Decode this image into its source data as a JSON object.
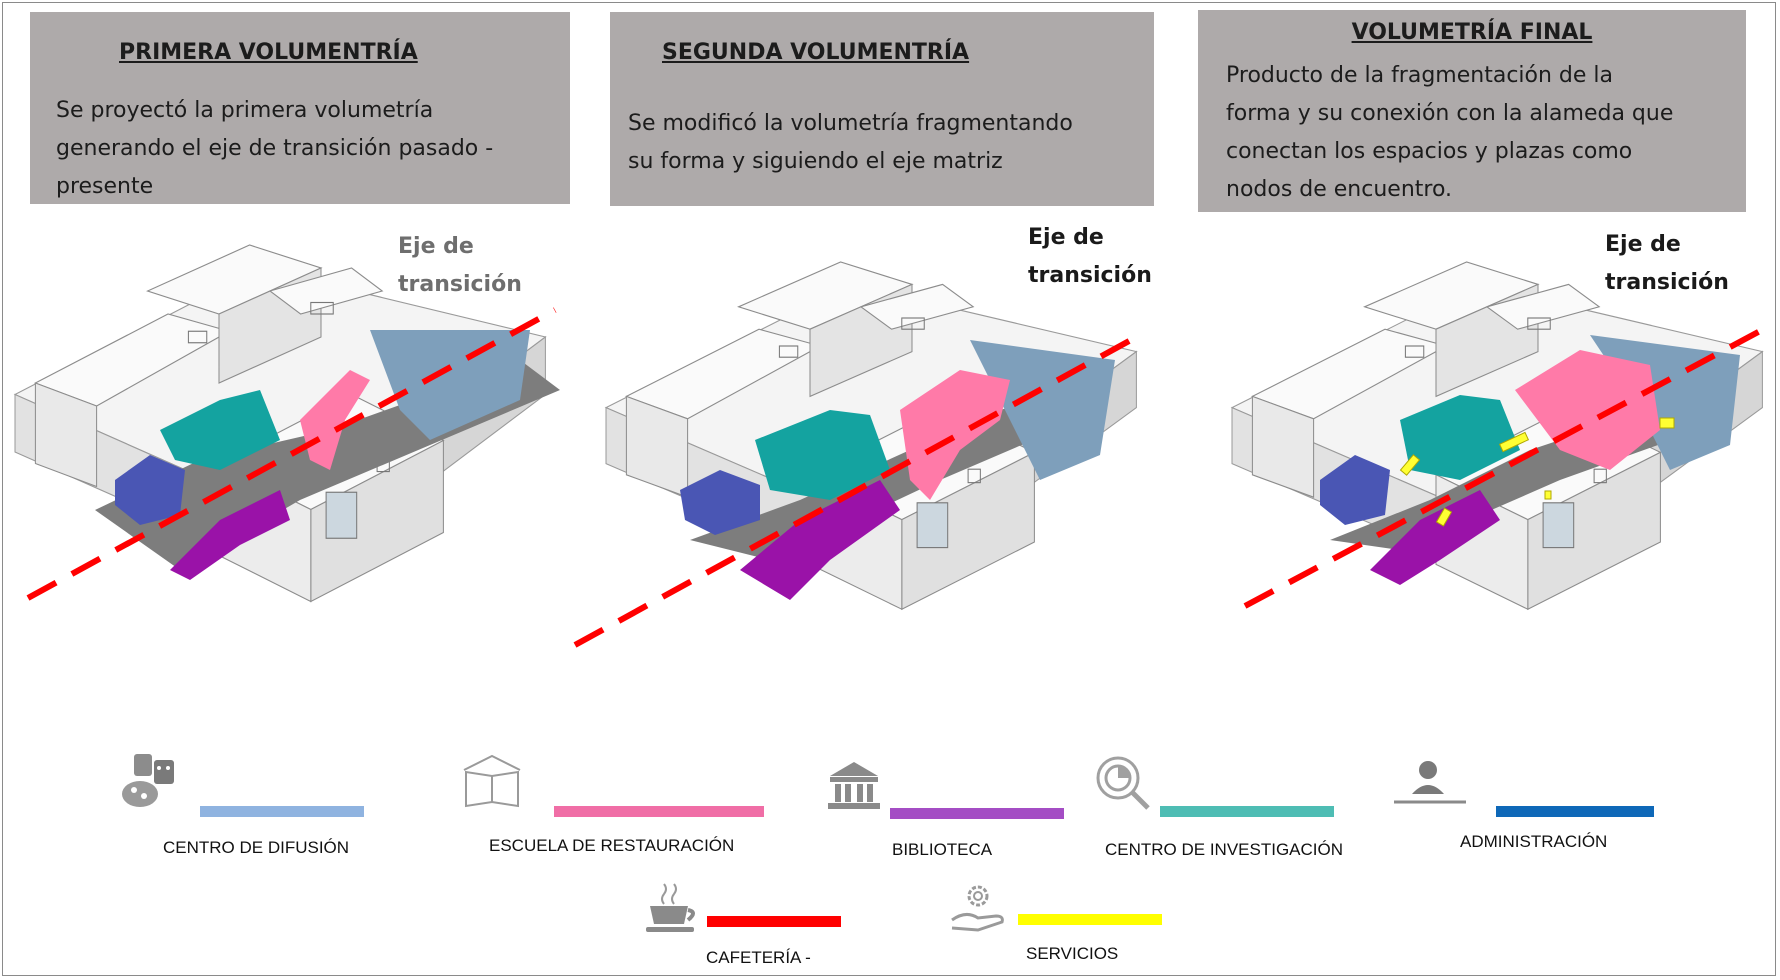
{
  "panels": {
    "primera": {
      "title": "PRIMERA VOLUMENTRÍA",
      "line1": "Se proyectó la primera volumetría",
      "line2": "generando el eje de transición pasado -",
      "line3": "presente"
    },
    "segunda": {
      "title": "SEGUNDA VOLUMENTRÍA",
      "line1": "Se modificó la volumetría fragmentando",
      "line2": "su forma y siguiendo el eje matriz"
    },
    "final": {
      "title": "VOLUMETRÍA FINAL",
      "line1": "Producto de la fragmentación de la",
      "line2": "forma y su conexión con la alameda que",
      "line3": "conectan los espacios y plazas como",
      "line4": "nodos de encuentro."
    }
  },
  "axis_labels": {
    "line1": "Eje de",
    "line2": "transición"
  },
  "legend": [
    {
      "label": "CENTRO DE DIFUSIÓN",
      "color": "#8fb3e0",
      "icon": "theater-masks-icon"
    },
    {
      "label": "ESCUELA DE RESTAURACIÓN",
      "color": "#f06ea6",
      "icon": "open-book-icon"
    },
    {
      "label": "BIBLIOTECA",
      "color": "#a44dc4",
      "icon": "library-building-icon"
    },
    {
      "label": "CENTRO DE INVESTIGACIÓN",
      "color": "#4ebdb4",
      "icon": "magnifier-chart-icon"
    },
    {
      "label": "ADMINISTRACIÓN",
      "color": "#0e68b8",
      "icon": "person-desk-icon"
    },
    {
      "label": "CAFETERÍA -",
      "color": "#ff0000",
      "icon": "coffee-cup-icon"
    },
    {
      "label": "SERVICIOS",
      "color": "#ffff00",
      "icon": "gear-hand-icon"
    }
  ],
  "colors": {
    "panel_bg": "#aeaaaa",
    "axis_line": "#ff0000",
    "difusion_block": "#6f9bbd",
    "restauracion_block": "#ff7aa8",
    "biblioteca_block": "#9a12a8",
    "investigacion_block": "#14a3a0",
    "administracion_block": "#4a56b4",
    "servicios_block": "#ffff33",
    "plaza": "#7d7d7d"
  }
}
